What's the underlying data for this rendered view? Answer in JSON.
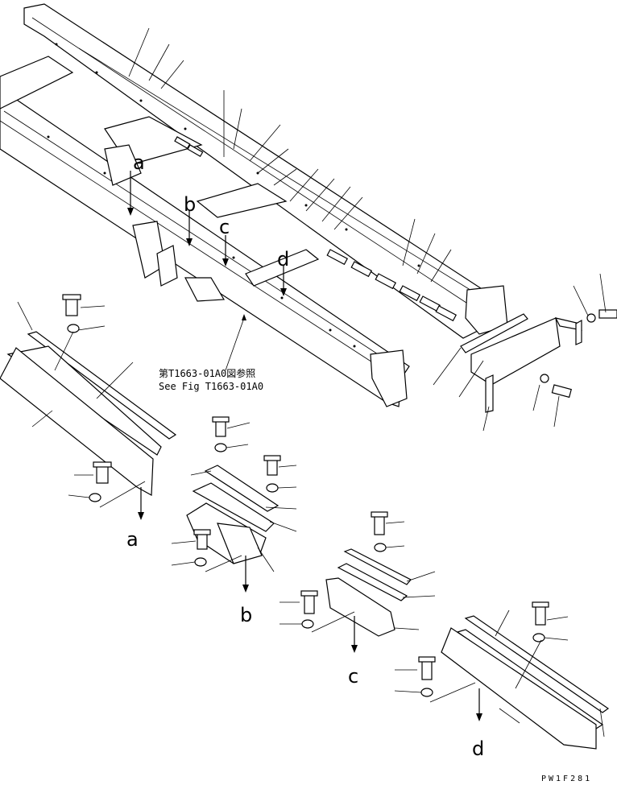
{
  "detail_labels": {
    "a": "a",
    "b": "b",
    "c": "c",
    "d": "d"
  },
  "reference": {
    "jp": "第T1663-01A0図参照",
    "en": "See Fig T1663-01A0"
  },
  "drawing_code": "PW1F281",
  "colors": {
    "ink": "#000000",
    "paper": "#ffffff"
  }
}
